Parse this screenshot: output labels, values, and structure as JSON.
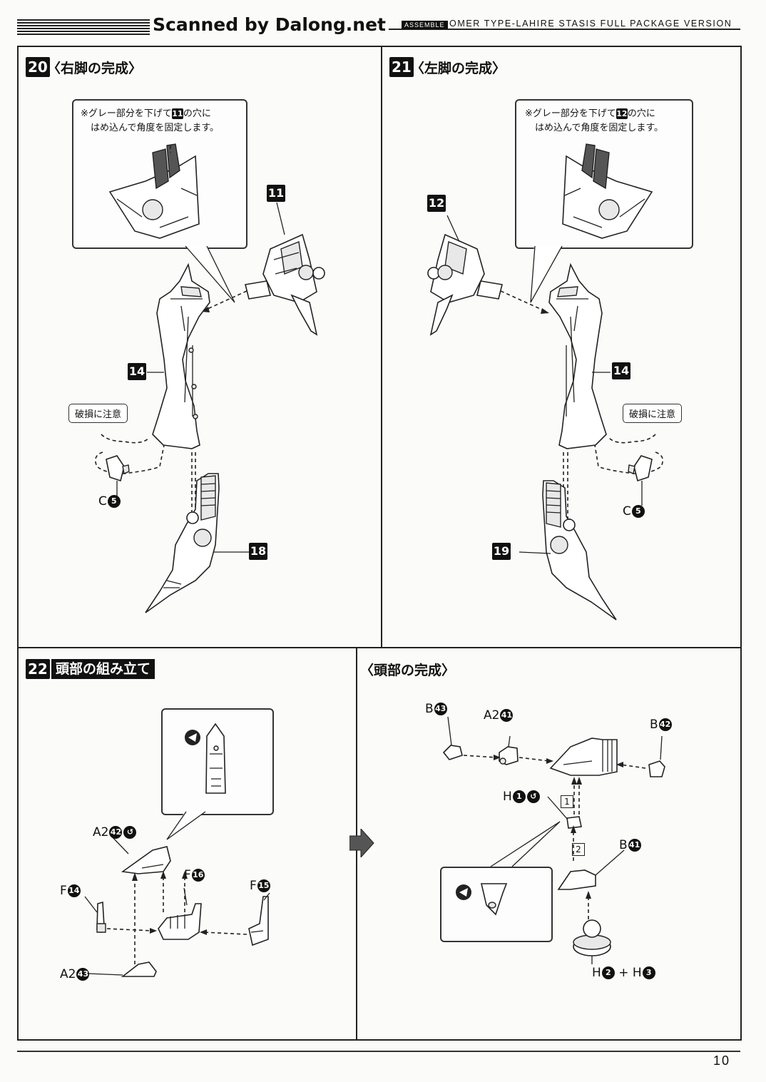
{
  "header": {
    "scanned": "Scanned by Dalong.net",
    "assemble_tag": "ASSEMBLE",
    "title": "OMER TYPE-LAHIRE STASIS FULL PACKAGE VERSION"
  },
  "step20": {
    "number": "20",
    "title": "〈右脚の完成〉",
    "note_line1": "※グレー部分を下げて",
    "note_part": "11",
    "note_line1b": "の穴に",
    "note_line2": "はめ込んで角度を固定します。",
    "parts": {
      "upper": "11",
      "mid": "14",
      "lower": "18"
    },
    "warning": "破損に注意",
    "runner": "C",
    "runner_num": "5"
  },
  "step21": {
    "number": "21",
    "title": "〈左脚の完成〉",
    "note_line1": "※グレー部分を下げて",
    "note_part": "12",
    "note_line1b": "の穴に",
    "note_line2": "はめ込んで角度を固定します。",
    "parts": {
      "upper": "12",
      "mid": "14",
      "lower": "19"
    },
    "warning": "破損に注意",
    "runner": "C",
    "runner_num": "5"
  },
  "step22": {
    "number": "22",
    "title": "頭部の組み立て",
    "labels": {
      "a2_42": {
        "runner": "A2",
        "num": "42"
      },
      "f_16": {
        "runner": "F",
        "num": "16"
      },
      "f_14": {
        "runner": "F",
        "num": "14"
      },
      "f_15": {
        "runner": "F",
        "num": "15"
      },
      "a2_43": {
        "runner": "A2",
        "num": "43"
      }
    }
  },
  "head_complete": {
    "title": "〈頭部の完成〉",
    "labels": {
      "b_43": {
        "runner": "B",
        "num": "43"
      },
      "a2_41": {
        "runner": "A2",
        "num": "41"
      },
      "b_42": {
        "runner": "B",
        "num": "42"
      },
      "h_1": {
        "runner": "H",
        "num": "1"
      },
      "b_41": {
        "runner": "B",
        "num": "41"
      },
      "h_2": {
        "runner": "H",
        "num": "2"
      },
      "plus": "+",
      "h_3": {
        "runner": "H",
        "num": "3"
      }
    },
    "order": [
      "1",
      "2"
    ]
  },
  "footer": {
    "page": "10"
  }
}
